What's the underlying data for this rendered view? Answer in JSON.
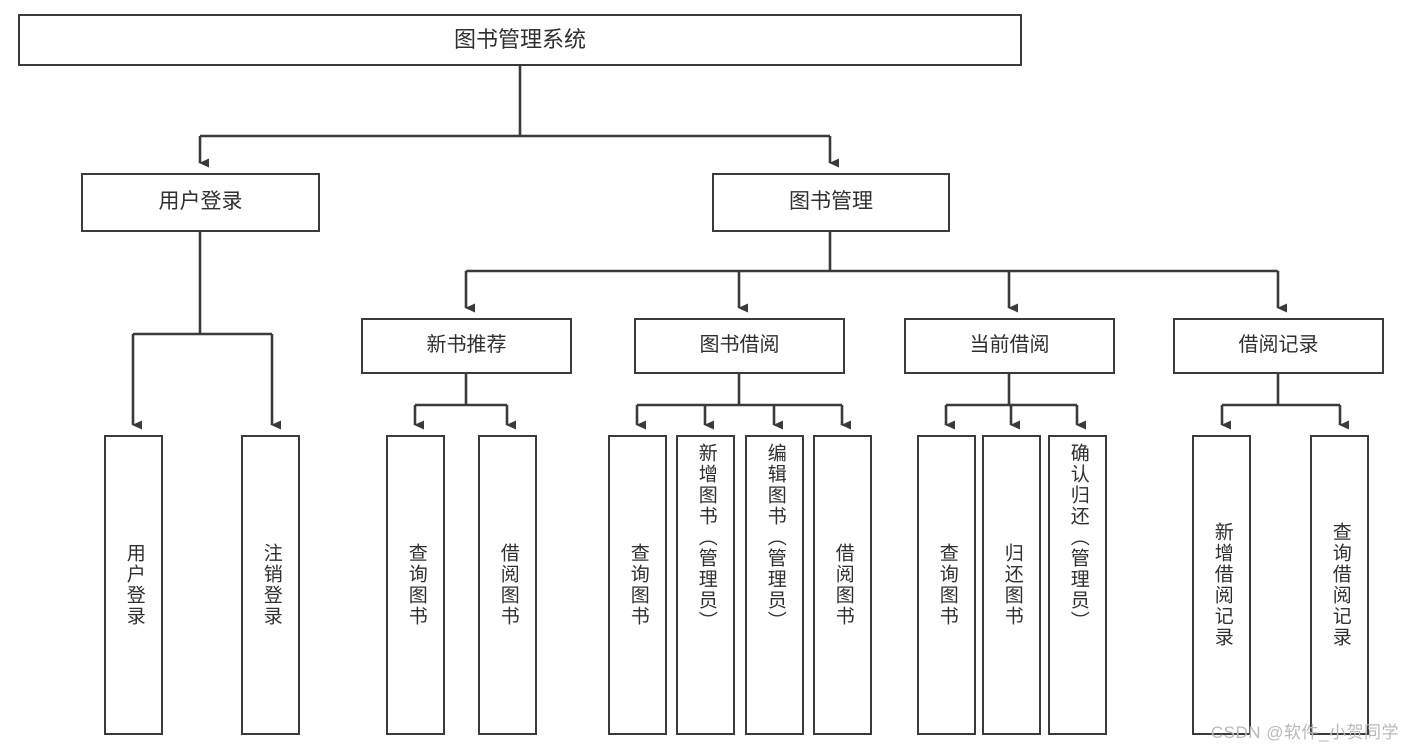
{
  "diagram": {
    "title": "图书管理系统",
    "type": "hierarchy-tree",
    "root": {
      "label": "图书管理系统"
    },
    "level1": [
      {
        "label": "用户登录"
      },
      {
        "label": "图书管理"
      }
    ],
    "level2": [
      {
        "label": "新书推荐"
      },
      {
        "label": "图书借阅"
      },
      {
        "label": "当前借阅"
      },
      {
        "label": "借阅记录"
      }
    ],
    "leaves": {
      "user_login": [
        {
          "label": "用户登录"
        },
        {
          "label": "注销登录"
        }
      ],
      "new_book_recommend": [
        {
          "label": "查询图书"
        },
        {
          "label": "借阅图书"
        }
      ],
      "book_borrow": [
        {
          "label": "查询图书"
        },
        {
          "label": "新增图书（管理员）"
        },
        {
          "label": "编辑图书（管理员）"
        },
        {
          "label": "借阅图书"
        }
      ],
      "current_borrow": [
        {
          "label": "查询图书"
        },
        {
          "label": "归还图书"
        },
        {
          "label": "确认归还（管理员）"
        }
      ],
      "borrow_records": [
        {
          "label": "新增借阅记录"
        },
        {
          "label": "查询借阅记录"
        }
      ]
    }
  },
  "watermark": {
    "text": "CSDN @软件_小贺同学"
  },
  "colors": {
    "box_border": "#3b3b3b",
    "box_fill": "#ffffff",
    "line": "#3b3b3b",
    "text": "#2f2f2f",
    "watermark": "#b9b9b9"
  }
}
